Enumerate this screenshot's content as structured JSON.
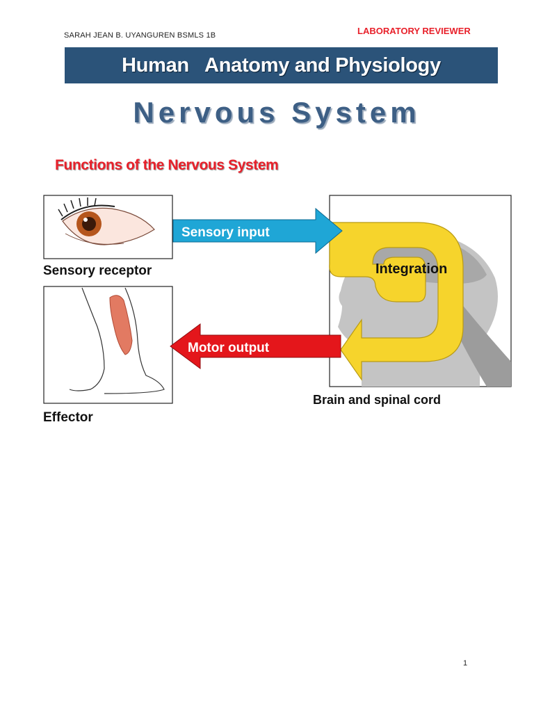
{
  "header": {
    "author": "SARAH JEAN B. UYANGUREN BSMLS 1B",
    "tag": "LABORATORY REVIEWER"
  },
  "banner_title": "Human   Anatomy and Physiology",
  "section_title": "Nervous System",
  "subtitle": "Functions of the Nervous System",
  "diagram": {
    "arrow_sensory": "Sensory input",
    "arrow_motor": "Motor output",
    "label_integration": "Integration",
    "label_receptor": "Sensory receptor",
    "label_effector": "Effector",
    "label_brain": "Brain and spinal cord"
  },
  "colors": {
    "banner": "#2b5379",
    "title": "#3d5f85",
    "accent_red": "#e8202a",
    "arrow_blue": "#1fa6d6",
    "arrow_yellow": "#f6d42c",
    "arrow_red": "#e4161b"
  },
  "footer": {
    "page_number": "1"
  }
}
